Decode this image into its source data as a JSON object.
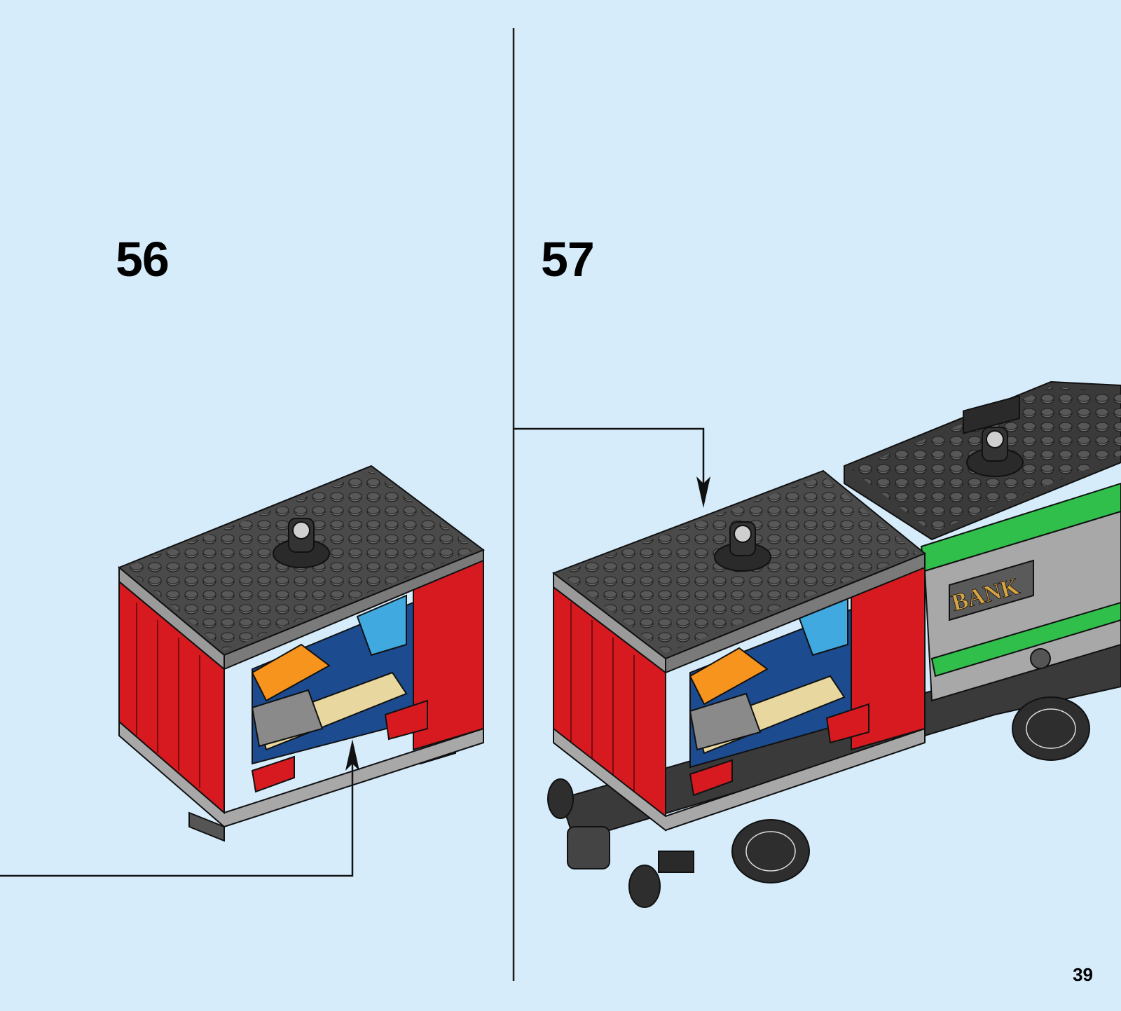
{
  "steps": [
    {
      "number": "56"
    },
    {
      "number": "57"
    }
  ],
  "page": {
    "number": "39"
  },
  "decal": {
    "text": "BANK"
  },
  "colors": {
    "background": "#d6ecfb",
    "brick_red": "#d71920",
    "plate_dark_grey": "#4a4a4a",
    "stud_grey": "#5f5f5f",
    "light_grey": "#a8a8a8",
    "green": "#2fbf4a",
    "orange": "#f7941d",
    "tan": "#e8d8a0",
    "dark_blue": "#1c4b8f",
    "azure": "#3fa9e0",
    "gold": "#d9a441"
  }
}
